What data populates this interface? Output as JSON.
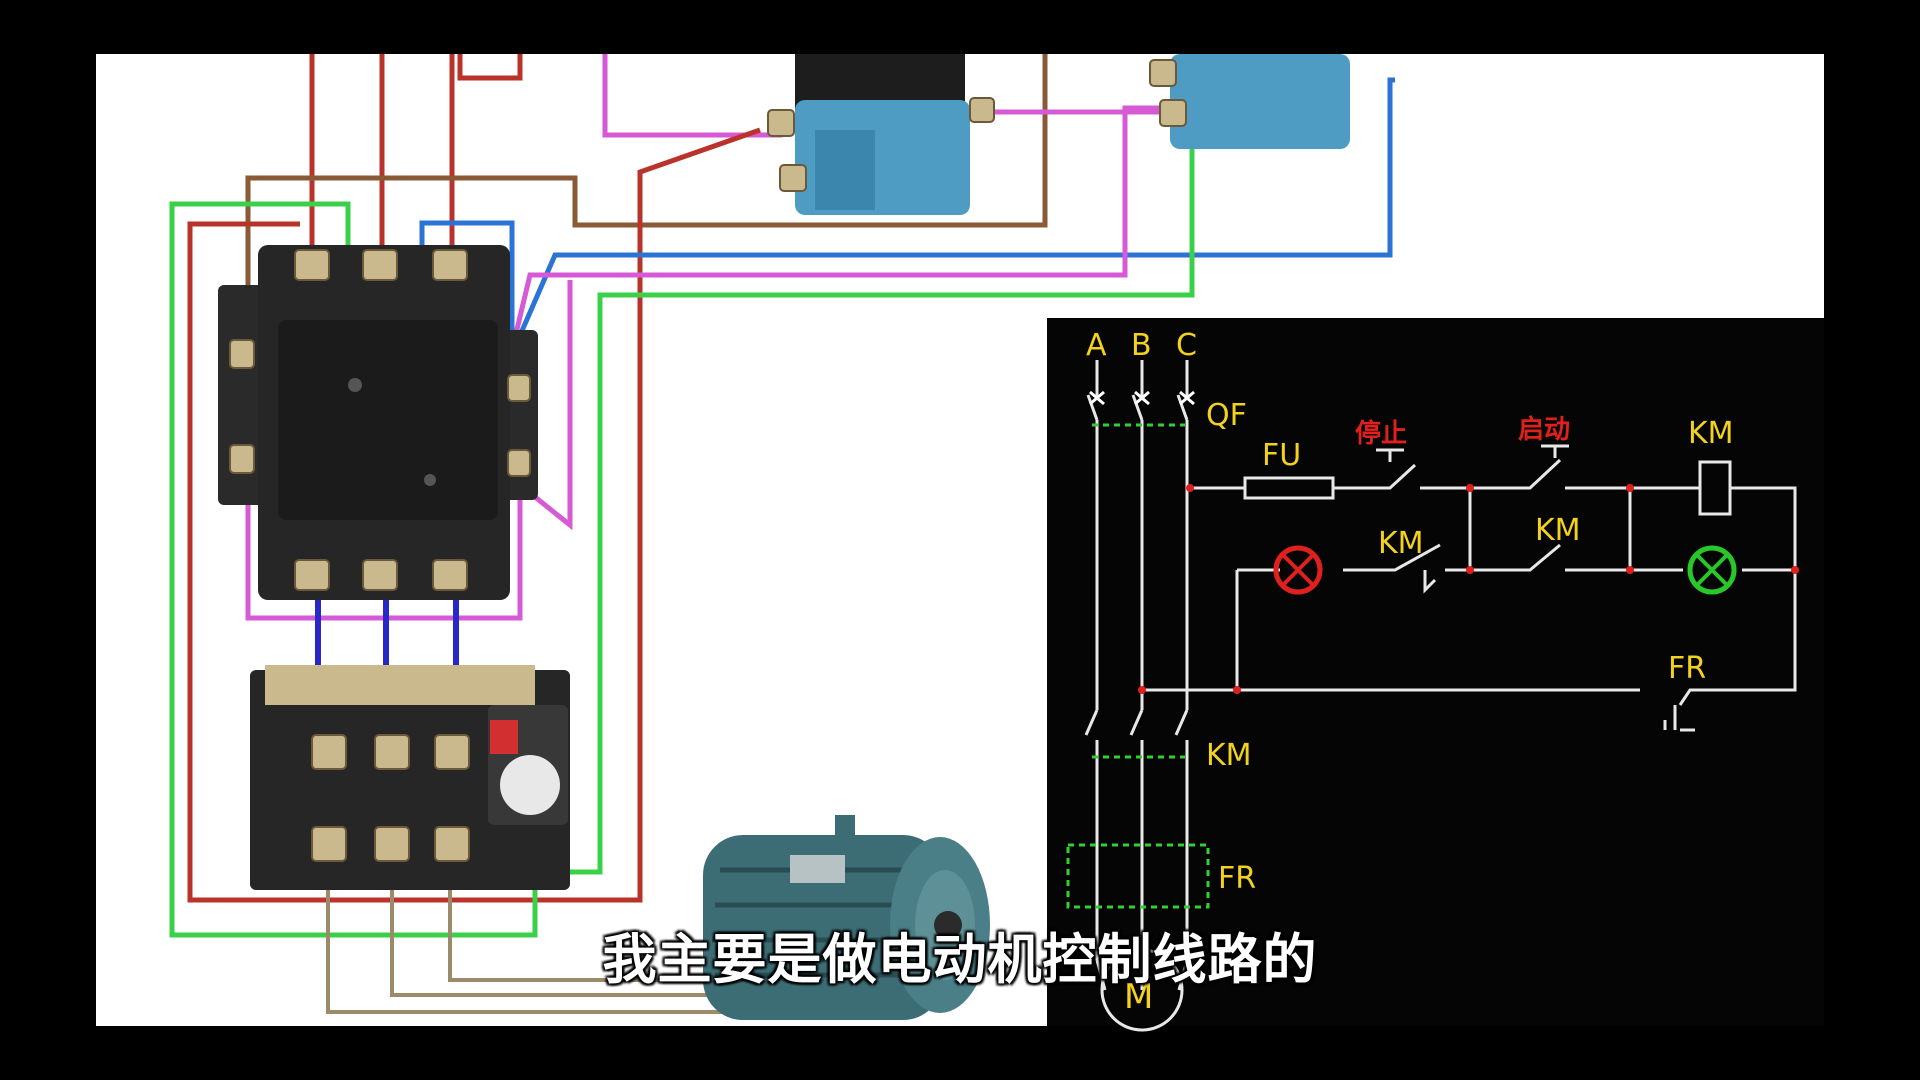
{
  "diagram": {
    "phases": [
      "A",
      "B",
      "C"
    ],
    "labels": {
      "qf": "QF",
      "fu": "FU",
      "stop": "停止",
      "start": "启动",
      "km_coil": "KM",
      "km_interlock": "KM",
      "km_hold": "KM",
      "fr_contact": "FR",
      "km_main": "KM",
      "fr_relay": "FR",
      "motor": "M"
    }
  },
  "subtitle": "我主要是做电动机控制线路的",
  "colors": {
    "schematic_bg": "#050505",
    "wire": "#e8e8e8",
    "label": "#f2d21b",
    "red_label": "#e0201c",
    "lamp_red": "#e0201c",
    "lamp_green": "#28c828",
    "dashed": "#2ed12e"
  }
}
